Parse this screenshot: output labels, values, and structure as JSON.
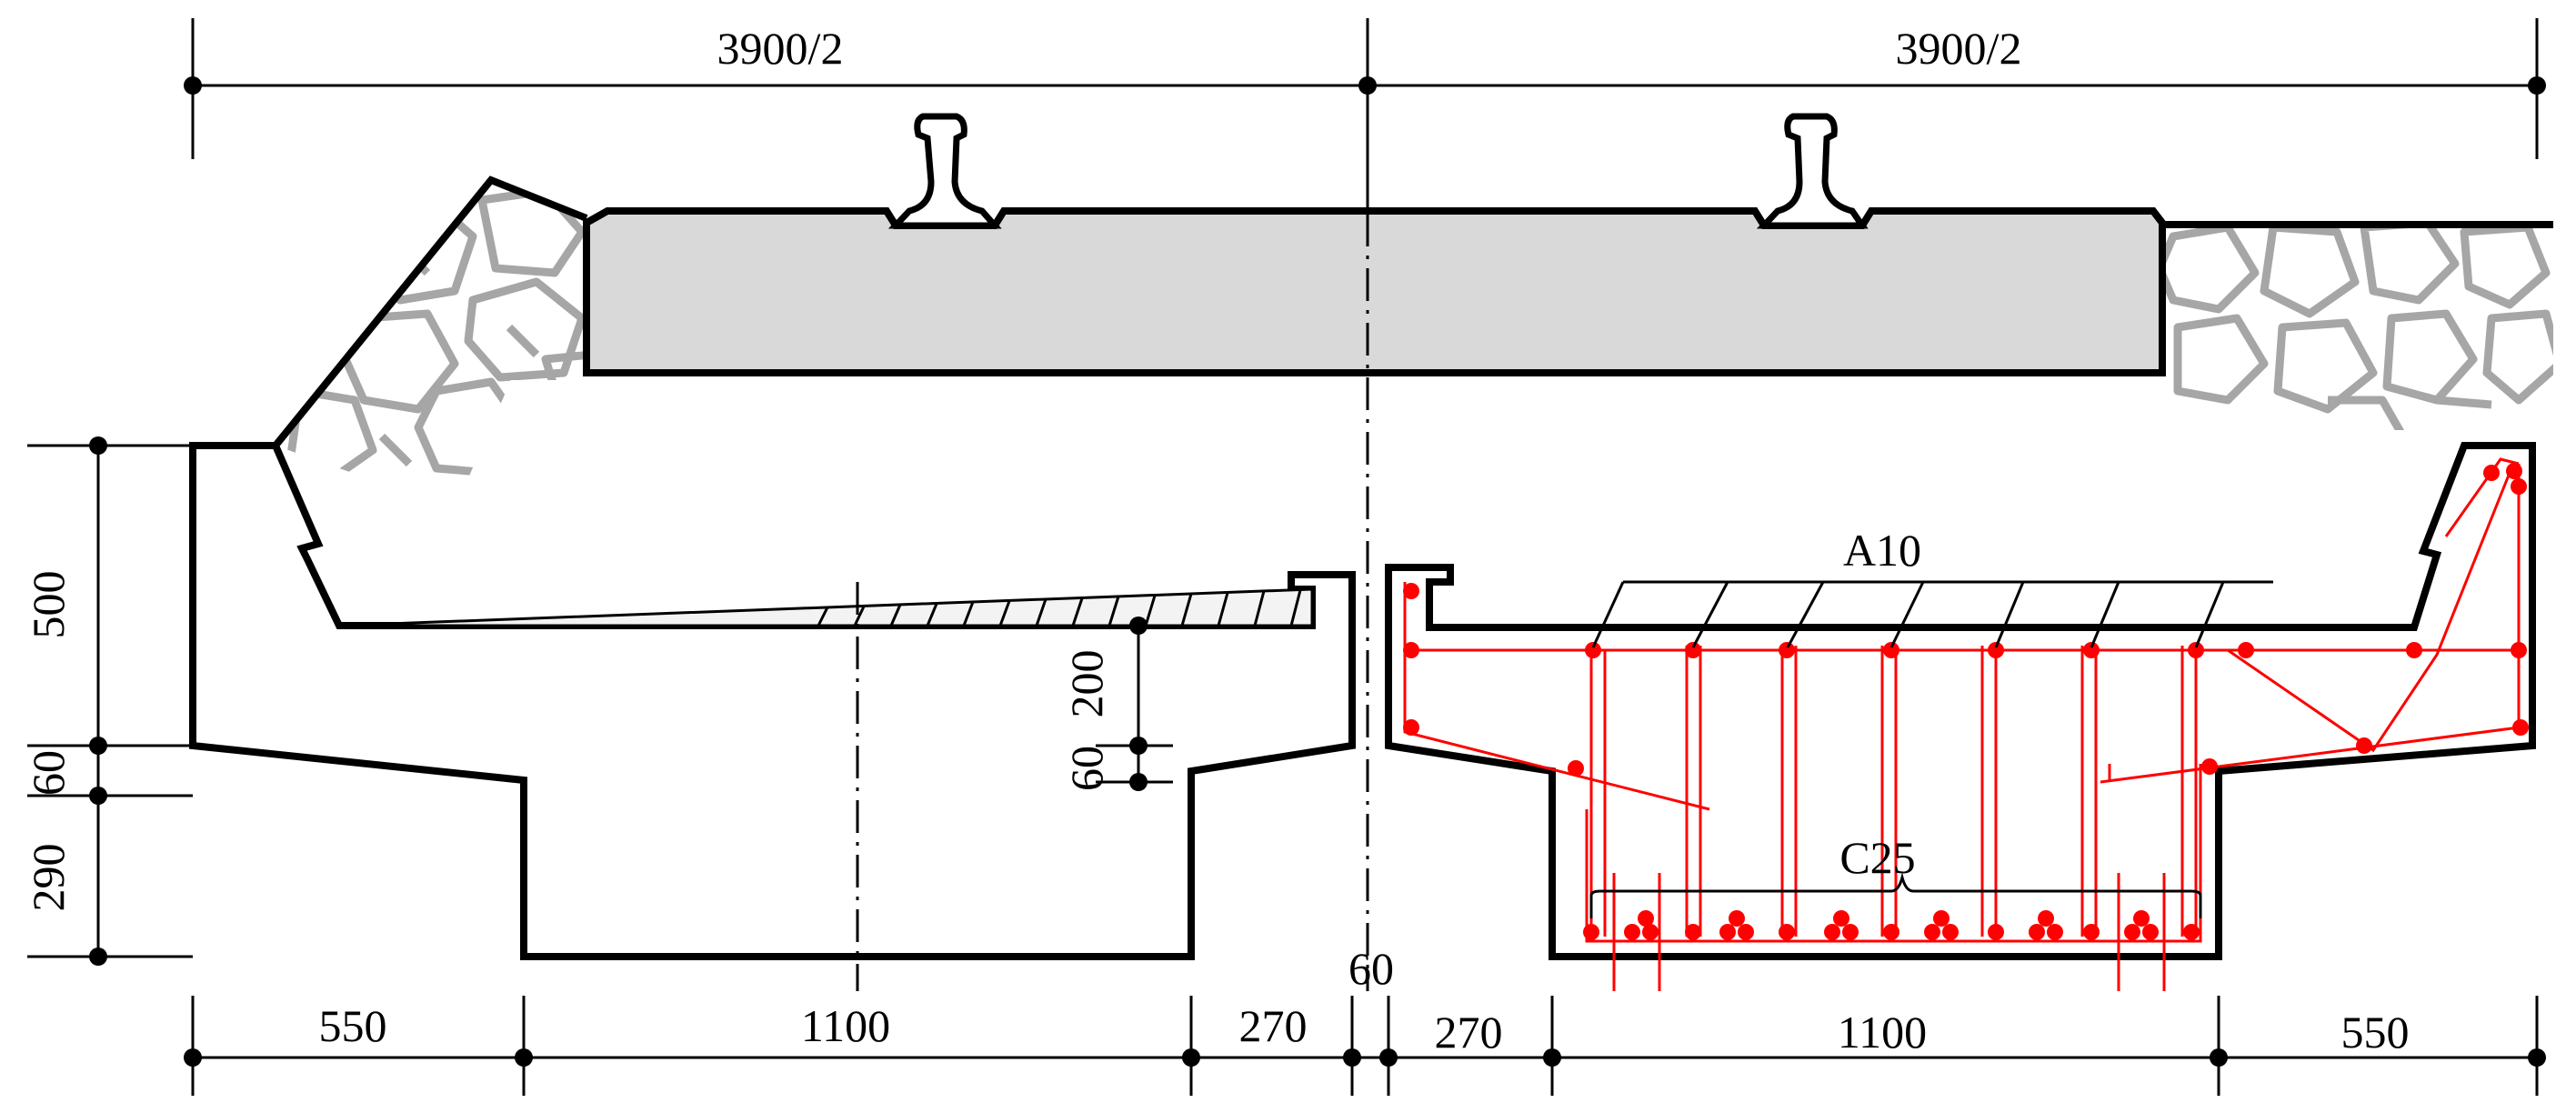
{
  "dimensions": {
    "top_left": "3900/2",
    "top_right": "3900/2",
    "left_500": "500",
    "left_60": "60",
    "left_290": "290",
    "inner_200": "200",
    "inner_60": "60",
    "gap_60": "60",
    "bottom": [
      "550",
      "1100",
      "270",
      "270",
      "1100",
      "550"
    ]
  },
  "labels": {
    "rebar_a": "A10",
    "rebar_c": "C25"
  },
  "colors": {
    "outline": "#000000",
    "rebar": "#ff0000",
    "ballast_stone": "#a6a6a6",
    "sleeper_fill": "#d9d9d9"
  }
}
